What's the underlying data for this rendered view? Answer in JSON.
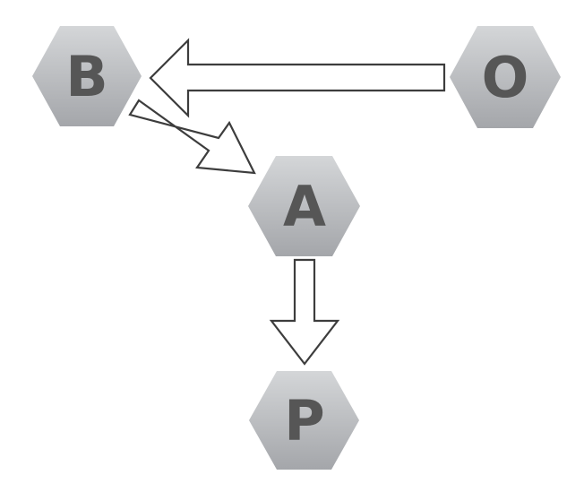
{
  "nodes": [
    {
      "id": "B",
      "label": "B"
    },
    {
      "id": "O",
      "label": "O"
    },
    {
      "id": "A",
      "label": "A"
    },
    {
      "id": "P",
      "label": "P"
    }
  ],
  "edges": [
    {
      "from": "O",
      "to": "B"
    },
    {
      "from": "B",
      "to": "A"
    },
    {
      "from": "A",
      "to": "P"
    }
  ],
  "colors": {
    "hex_fill_top": "#d4d6d8",
    "hex_fill_bottom": "#a4a6aa",
    "label_color": "#565656",
    "arrow_stroke": "#3d3d3d",
    "arrow_fill": "#ffffff"
  }
}
